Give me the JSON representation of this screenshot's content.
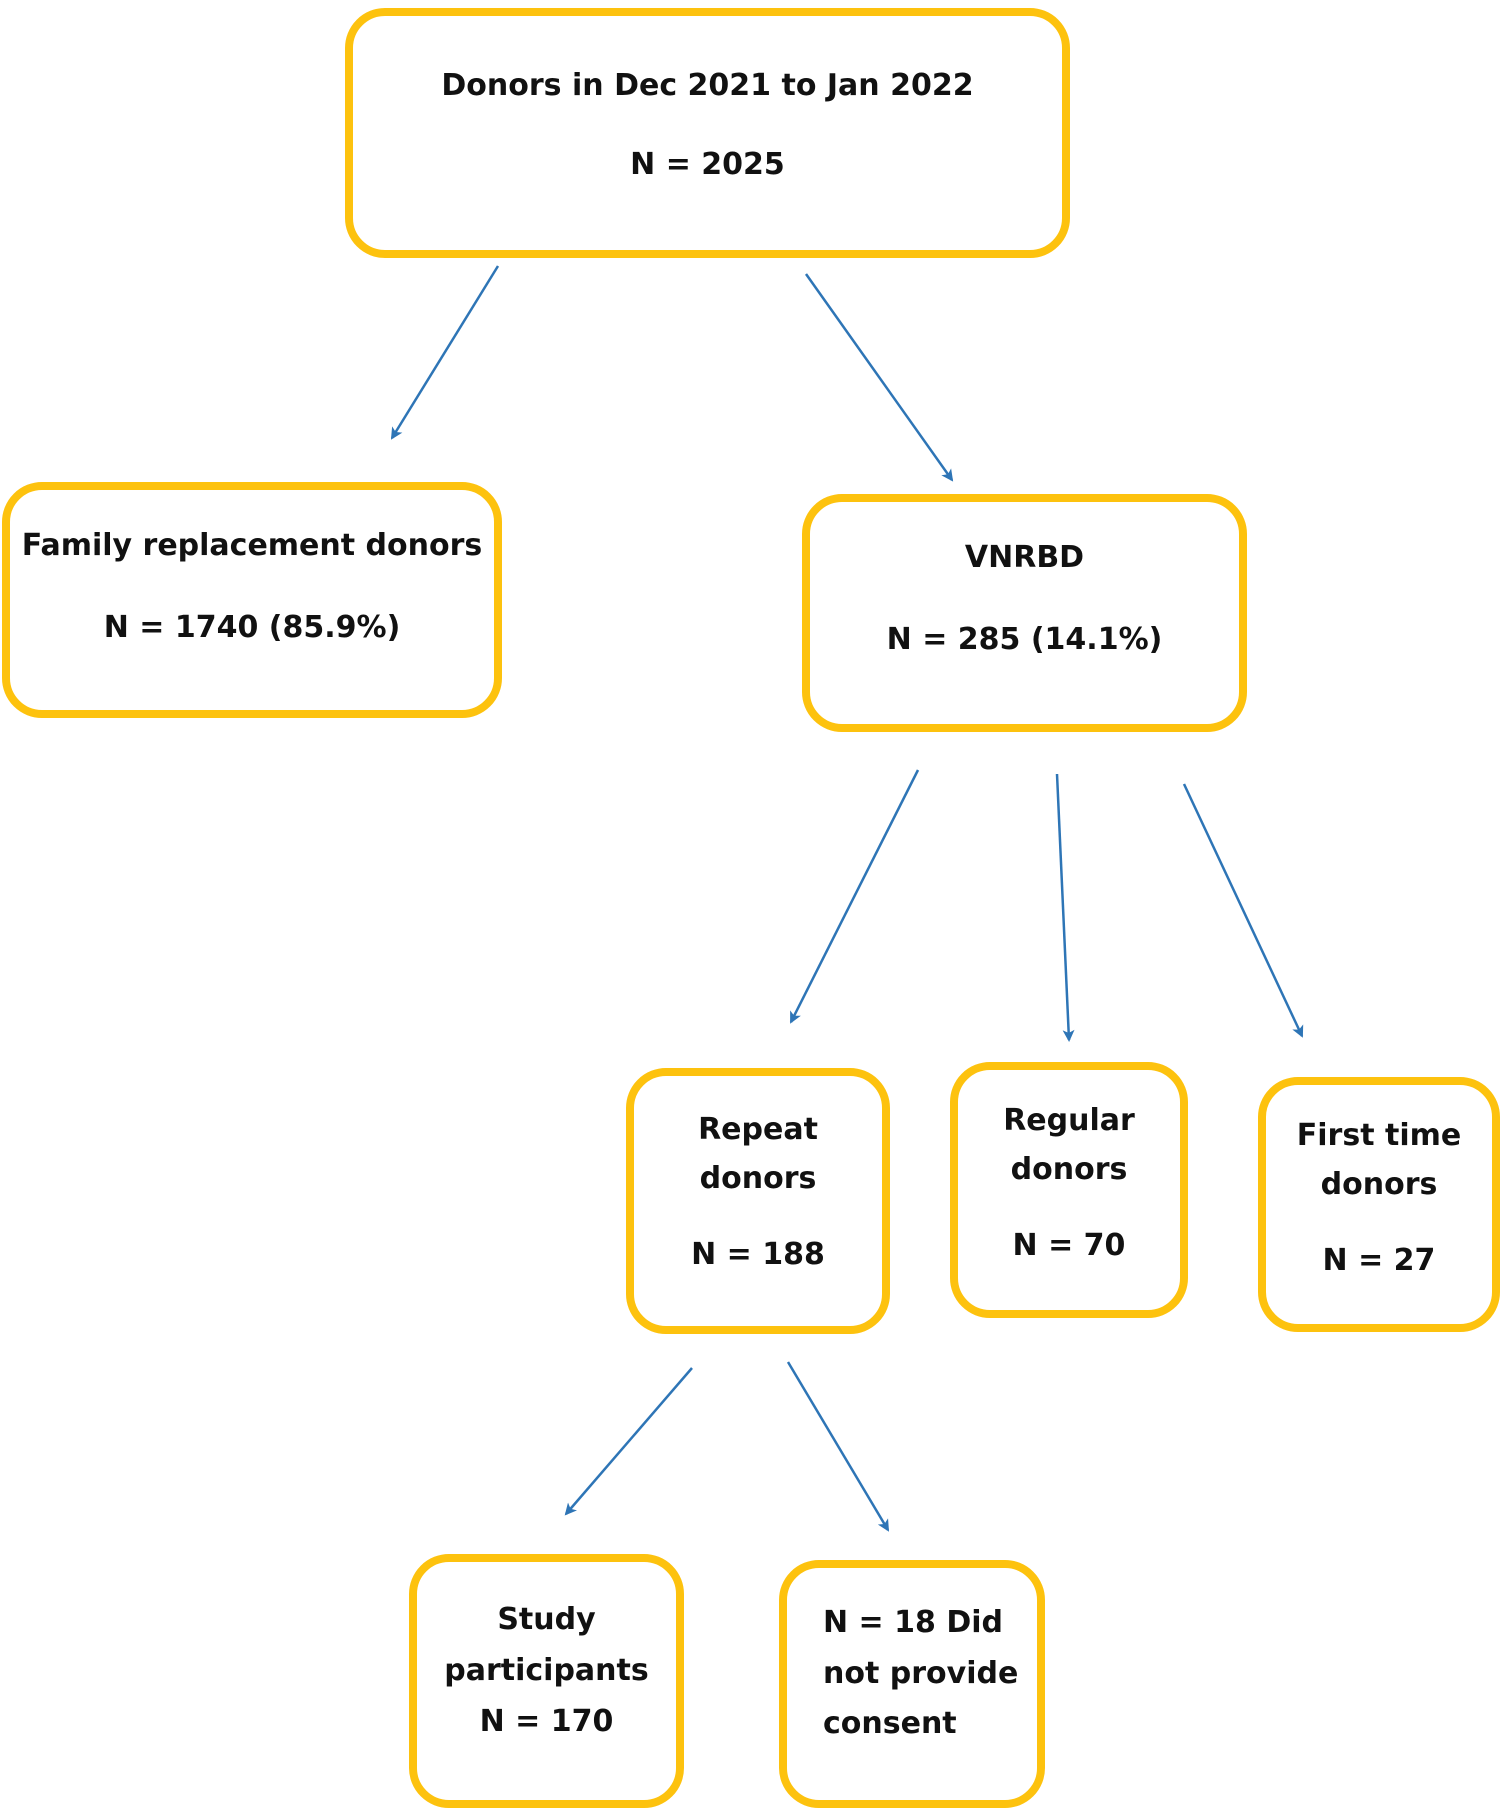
{
  "colors": {
    "box_border": "#FDC20E",
    "arrow": "#2E75B6",
    "text": "#111111"
  },
  "nodes": {
    "total": {
      "title": "Donors in Dec 2021 to Jan 2022",
      "count": "N = 2025"
    },
    "family": {
      "title": "Family replacement donors",
      "count": "N = 1740 (85.9%)"
    },
    "vnrbd": {
      "title": "VNRBD",
      "count": "N = 285 (14.1%)"
    },
    "repeat": {
      "title_line1": "Repeat",
      "title_line2": "donors",
      "count": "N = 188"
    },
    "regular": {
      "title_line1": "Regular",
      "title_line2": "donors",
      "count": "N = 70"
    },
    "first_time": {
      "title_line1": "First time",
      "title_line2": "donors",
      "count": "N = 27"
    },
    "participants": {
      "title_line1": "Study",
      "title_line2": "participants",
      "count": "N = 170"
    },
    "no_consent": {
      "line1": "N = 18 Did",
      "line2": "not provide",
      "line3": "consent"
    }
  },
  "edges": [
    {
      "from": "total",
      "to": "family"
    },
    {
      "from": "total",
      "to": "vnrbd"
    },
    {
      "from": "vnrbd",
      "to": "repeat"
    },
    {
      "from": "vnrbd",
      "to": "regular"
    },
    {
      "from": "vnrbd",
      "to": "first_time"
    },
    {
      "from": "repeat",
      "to": "participants"
    },
    {
      "from": "repeat",
      "to": "no_consent"
    }
  ]
}
